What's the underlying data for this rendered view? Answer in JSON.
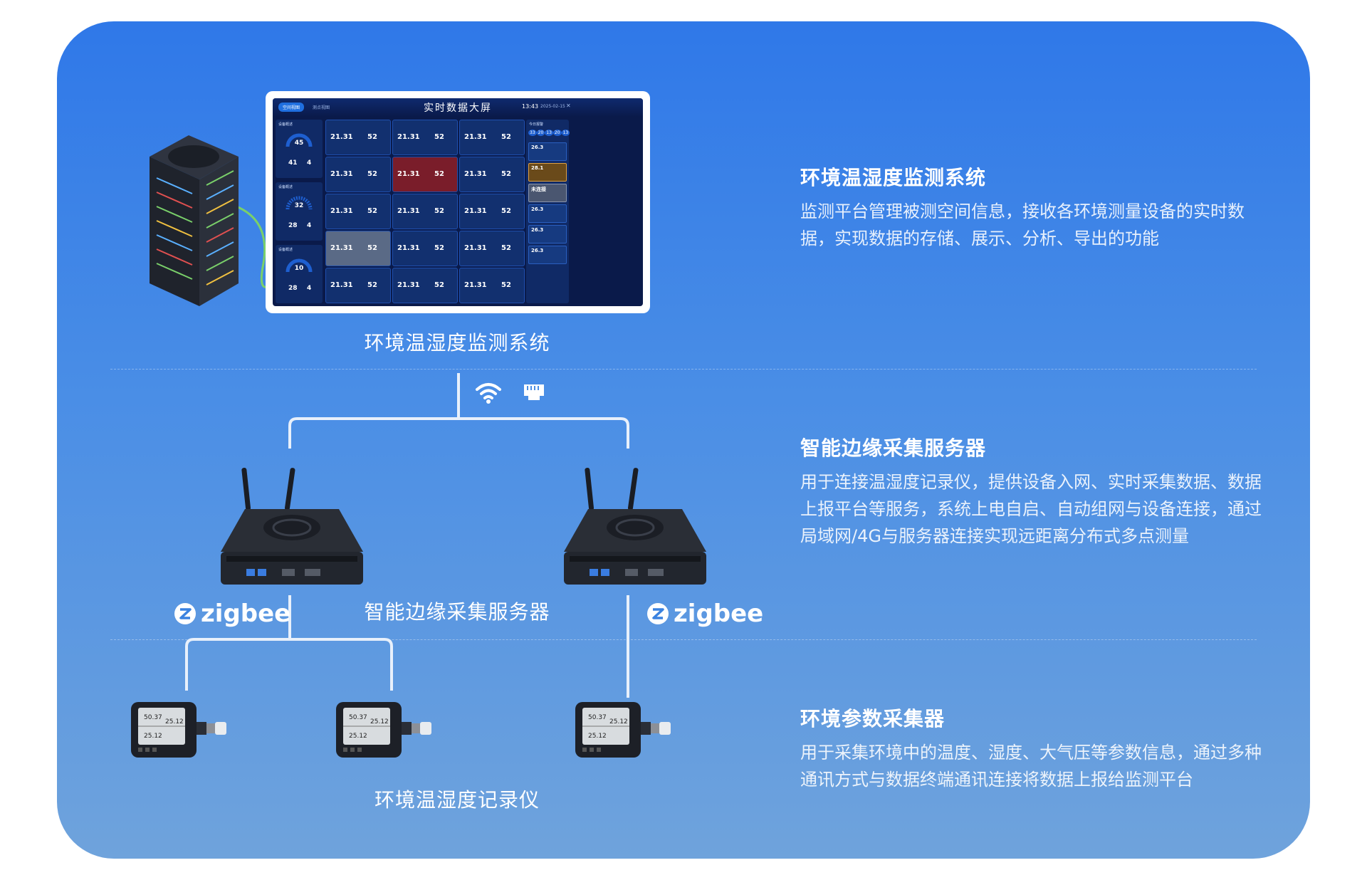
{
  "sections": [
    {
      "title": "环境温湿度监测系统",
      "desc": "监测平台管理被测空间信息，接收各环境测量设备的实时数据，实现数据的存储、展示、分析、导出的功能"
    },
    {
      "title": "智能边缘采集服务器",
      "desc": "用于连接温湿度记录仪，提供设备入网、实时采集数据、数据上报平台等服务，系统上电自启、自动组网与设备连接，通过局域网/4G与服务器连接实现远距离分布式多点测量"
    },
    {
      "title": "环境参数采集器",
      "desc": "用于采集环境中的温度、湿度、大气压等参数信息，通过多种通讯方式与数据终端通讯连接将数据上报给监测平台"
    }
  ],
  "captions": {
    "system": "环境温湿度监测系统",
    "gateway": "智能边缘采集服务器",
    "logger": "环境温湿度记录仪"
  },
  "zigbee": "zigbee",
  "dashboard": {
    "title": "实时数据大屏",
    "tab_active": "空间视图",
    "tab_inactive": "测点视图",
    "time": "13:43",
    "date": "2025-02-15",
    "alarm_title": "今日报警",
    "alarm_counts": [
      "33",
      "20",
      "13",
      "20",
      "13"
    ],
    "gauges": [
      {
        "label": "设备概述",
        "value": "45",
        "a": "41",
        "b": "4"
      },
      {
        "label": "设备概述",
        "value": "32",
        "a": "28",
        "b": "4"
      },
      {
        "label": "设备概述",
        "value": "10",
        "a": "28",
        "b": "4"
      }
    ],
    "temp": "21.31",
    "hum": "52",
    "alarm_items": [
      "26.3",
      "28.1",
      "未连接",
      "26.3",
      "26.3",
      "26.3"
    ]
  },
  "logger_screen": {
    "v1": "50.37",
    "v2": "25.12",
    "v3": "25.12"
  },
  "colors": {
    "panel_top": "#2f78e8",
    "panel_bottom": "#6fa3dc",
    "line": "#e8f0fb"
  },
  "icons": [
    "wifi-icon",
    "ethernet-icon",
    "zigbee-logo-icon"
  ]
}
